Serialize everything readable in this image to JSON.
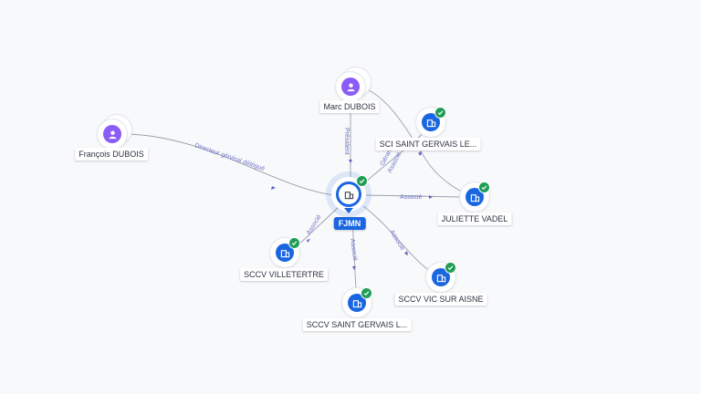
{
  "center": {
    "label": "FJMN"
  },
  "nodes": {
    "marc": {
      "label": "Marc DUBOIS"
    },
    "francois": {
      "label": "François DUBOIS"
    },
    "sci_saint_gervais": {
      "label": "SCI SAINT GERVAIS LE..."
    },
    "juliette": {
      "label": "JULIETTE VADEL"
    },
    "sccv_villetertre": {
      "label": "SCCV VILLETERTRE"
    },
    "sccv_vic": {
      "label": "SCCV VIC SUR AISNE"
    },
    "sccv_saint_gervais": {
      "label": "SCCV SAINT GERVAIS L..."
    }
  },
  "edges": {
    "marc_center": "Président",
    "francois_center": "Directeur général délégué",
    "center_sci": "Gérant",
    "center_sci_2": "Associé",
    "center_juliette": "Associé",
    "center_villetertre": "Associé",
    "center_saint_gervais": "Associé",
    "center_vic": "Associé"
  },
  "colors": {
    "company": "#1a66e0",
    "person": "#8b5cf6",
    "verified": "#1f9d55",
    "edge_label": "#6d74c9"
  },
  "icons": {
    "person": "user-icon",
    "company": "building-icon",
    "verified": "check-icon"
  }
}
